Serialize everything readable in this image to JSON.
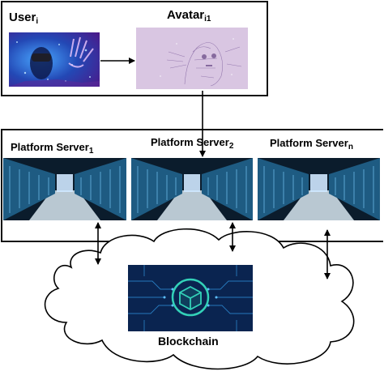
{
  "user": {
    "label": "User",
    "sub": "i"
  },
  "avatar": {
    "label": "Avatar",
    "sub": "i1"
  },
  "servers": [
    {
      "label": "Platform Server",
      "sub": "1"
    },
    {
      "label": "Platform Server",
      "sub": "2"
    },
    {
      "label": "Platform Server",
      "sub": "n"
    }
  ],
  "blockchain": {
    "label": "Blockchain"
  },
  "colors": {
    "border": "#111111",
    "user_image_bg": "#1b3b8c",
    "avatar_image_bg": "#d9c6e2",
    "server_image_bg": "#0b1c2c",
    "blockchain_image_bg": "#0a2450",
    "blockchain_icon": "#33d1b8"
  },
  "icons": [
    "user-vr-image",
    "avatar-image",
    "server-room-image",
    "blockchain-cube-icon",
    "cloud-shape"
  ]
}
